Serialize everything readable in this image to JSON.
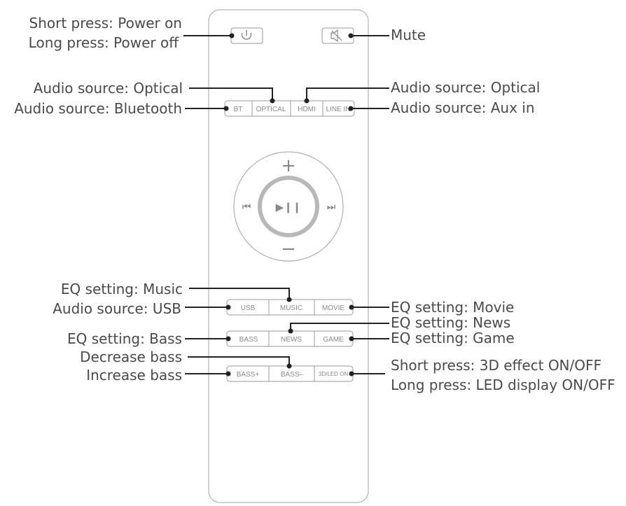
{
  "remote": {
    "buttons": {
      "power_icon": "power-icon",
      "mute_icon": "mute-icon",
      "source": [
        "BT",
        "OPTICAL",
        "HDMI",
        "LINE IN"
      ],
      "row1": [
        "USB",
        "MUSIC",
        "MOVIE"
      ],
      "row2": [
        "BASS",
        "NEWS",
        "GAME"
      ],
      "row3": [
        "BASS+",
        "BASS–",
        "3D/LED ON"
      ]
    },
    "wheel": {
      "up": "+",
      "down": "−",
      "center": "▶❙❙",
      "prev": "⏮",
      "next": "⏭"
    }
  },
  "labels": {
    "power_short": "Short press: Power on",
    "power_long": "Long press: Power off",
    "mute": "Mute",
    "optical_left": "Audio source: Optical",
    "bluetooth": "Audio source: Bluetooth",
    "optical_right": "Audio source: Optical",
    "aux": "Audio source: Aux in",
    "eq_music": "EQ setting: Music",
    "usb": "Audio source: USB",
    "eq_movie": "EQ setting: Movie",
    "eq_news": "EQ setting: News",
    "eq_bass": "EQ setting: Bass",
    "eq_game": "EQ setting: Game",
    "dec_bass": "Decrease bass",
    "inc_bass": "Increase bass",
    "fx_short": "Short press: 3D effect ON/OFF",
    "fx_long": "Long press: LED display ON/OFF"
  }
}
